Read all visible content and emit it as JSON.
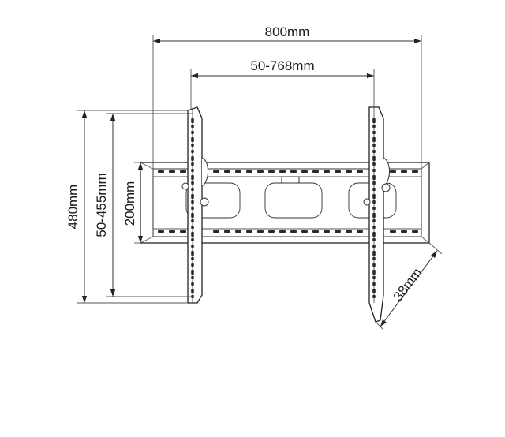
{
  "dimensions": {
    "overall_width": "800mm",
    "vesa_horizontal": "50-768mm",
    "arm_height": "480mm",
    "vesa_vertical": "50-455mm",
    "wall_plate_height": "200mm",
    "wall_distance": "38mm"
  },
  "colors": {
    "line": "#222222",
    "background": "#ffffff"
  }
}
